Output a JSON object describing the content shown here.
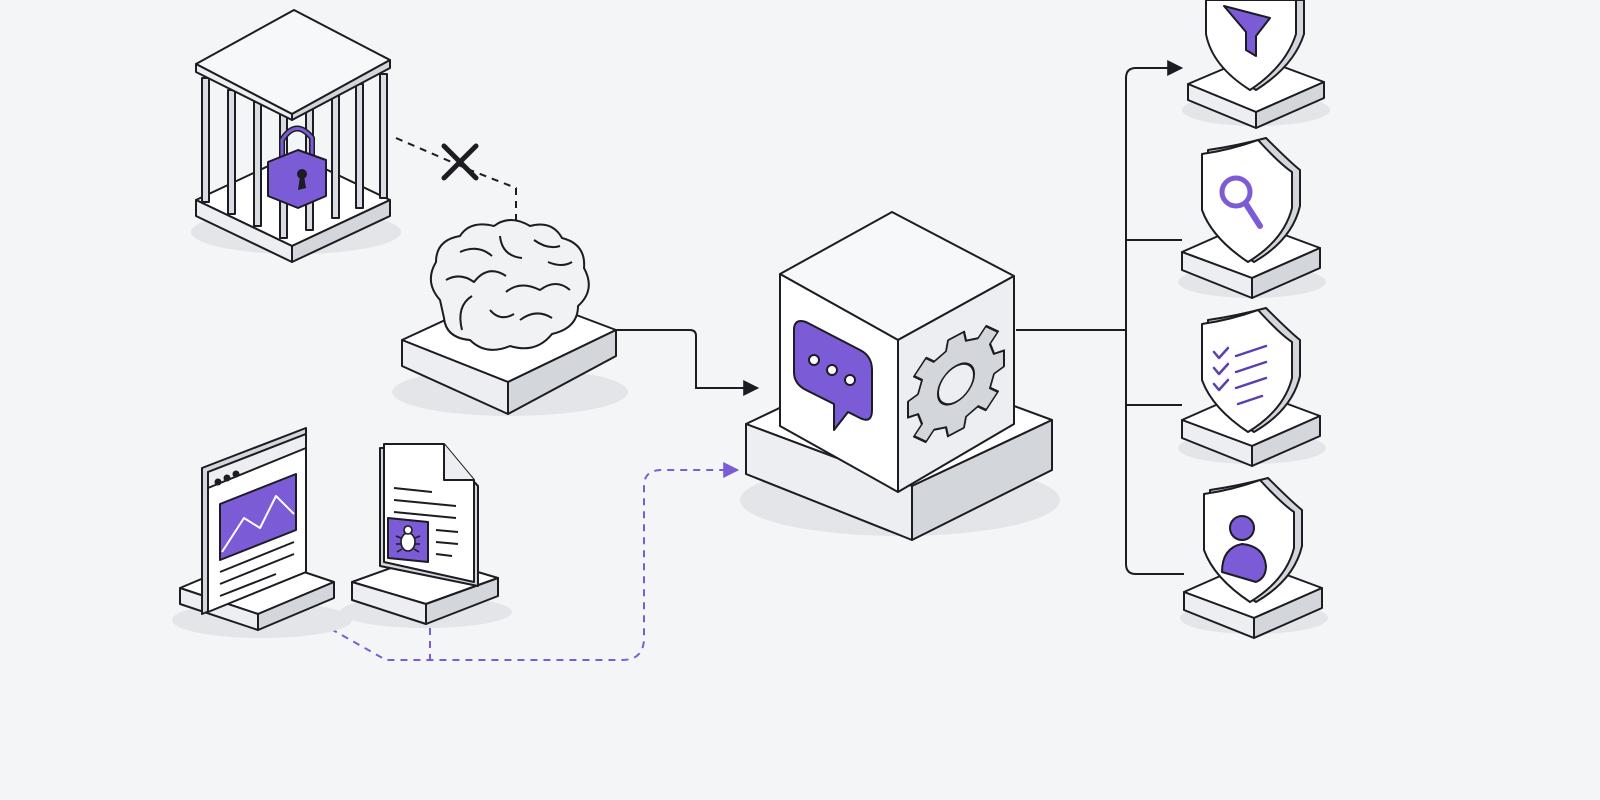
{
  "diagram": {
    "nodes": [
      {
        "id": "sandbox",
        "icon": "padlock-cage-icon"
      },
      {
        "id": "model",
        "icon": "brain-icon"
      },
      {
        "id": "web-page",
        "icon": "browser-image-icon"
      },
      {
        "id": "malicious-file",
        "icon": "document-bug-icon"
      },
      {
        "id": "assistant-core",
        "icon": "chat-gear-cube-icon"
      },
      {
        "id": "guard-filter",
        "icon": "shield-funnel-icon"
      },
      {
        "id": "guard-inspect",
        "icon": "shield-magnifier-icon"
      },
      {
        "id": "guard-checklist",
        "icon": "shield-checklist-icon"
      },
      {
        "id": "guard-identity",
        "icon": "shield-user-icon"
      }
    ],
    "edges": [
      {
        "from": "sandbox",
        "to": "model",
        "style": "dashed",
        "blocked": true
      },
      {
        "from": "model",
        "to": "assistant-core",
        "style": "solid"
      },
      {
        "from": "web-page",
        "to": "assistant-core",
        "style": "dashed",
        "color": "#7c5bd6"
      },
      {
        "from": "malicious-file",
        "to": "assistant-core",
        "style": "dashed",
        "color": "#7c5bd6"
      },
      {
        "from": "assistant-core",
        "to": "guard-filter",
        "style": "solid"
      },
      {
        "from": "assistant-core",
        "to": "guard-inspect",
        "style": "solid"
      },
      {
        "from": "assistant-core",
        "to": "guard-checklist",
        "style": "solid"
      },
      {
        "from": "assistant-core",
        "to": "guard-identity",
        "style": "solid"
      }
    ]
  },
  "colors": {
    "background": "#f4f5f7",
    "accent": "#7c5bd6",
    "outline": "#1c1c22",
    "face_light": "#ffffff",
    "face_mid": "#eceef1",
    "face_dark": "#d3d6db"
  }
}
